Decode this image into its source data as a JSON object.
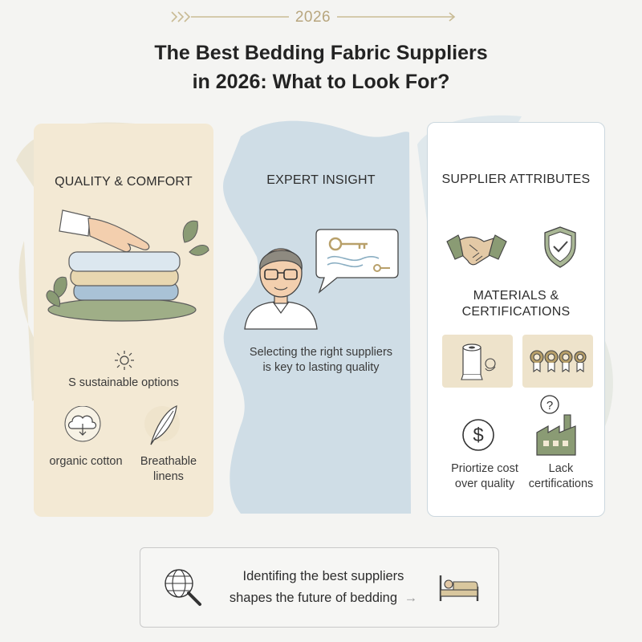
{
  "header": {
    "year": "2026",
    "title_line1": "The Best Bedding Fabric Suppliers",
    "title_line2": "in 2026: What to Look For?"
  },
  "panels": {
    "quality": {
      "heading": "QUALITY & COMFORT",
      "sustainable": "S sustainable options",
      "organic": "organic cotton",
      "breathable_line1": "Breathable",
      "breathable_line2": "linens"
    },
    "expert": {
      "heading": "EXPERT INSIGHT",
      "caption_line1": "Selecting the right suppliers",
      "caption_line2": "is key to lasting quality"
    },
    "supplier": {
      "heading": "SUPPLIER ATTRIBUTES",
      "materials_line1": "MATERIALS &",
      "materials_line2": "CERTIFICATIONS",
      "cost_line1": "Priortize cost",
      "cost_line2": "over quality",
      "lack_line1": "Lack",
      "lack_line2": "certifications"
    }
  },
  "footer": {
    "line1": "Identifing the best suppliers",
    "line2": "shapes the future of bedding"
  },
  "colors": {
    "beige_panel": "#f3e9d4",
    "blue_panel": "#cfdde6",
    "accent_gold": "#b8a67e",
    "green_icon": "#8a9b74"
  },
  "icons": [
    "hand-on-towels-icon",
    "leaf-icon",
    "sun-icon",
    "cloud-icon",
    "feather-icon",
    "person-with-glasses-icon",
    "key-speech-bubble-icon",
    "handshake-icon",
    "shield-check-icon",
    "fabric-roll-icon",
    "certification-seals-icon",
    "dollar-icon",
    "factory-question-icon",
    "globe-search-icon",
    "bed-icon"
  ]
}
